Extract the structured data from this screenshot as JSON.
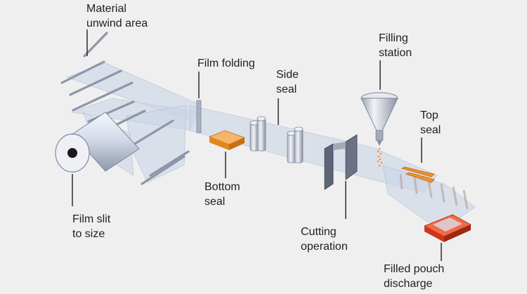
{
  "labels": {
    "material_unwind": [
      "Material",
      "unwind area"
    ],
    "film_folding": [
      "Film folding"
    ],
    "side_seal": [
      "Side",
      "seal"
    ],
    "filling_station": [
      "Filling",
      "station"
    ],
    "top_seal": [
      "Top",
      "seal"
    ],
    "bottom_seal": [
      "Bottom",
      "seal"
    ],
    "film_slit": [
      "Film slit",
      "to size"
    ],
    "cutting_operation": [
      "Cutting",
      "operation"
    ],
    "filled_pouch_discharge": [
      "Filled pouch",
      "discharge"
    ]
  },
  "colors": {
    "background": "#efeff0",
    "film": "#c9d3e6",
    "roller": "#8e96a8",
    "bottom_seal": "#f0932a",
    "top_seal": "#f0932a",
    "discharge_tray": "#e2472a",
    "leader_line": "#2a2a2a"
  }
}
